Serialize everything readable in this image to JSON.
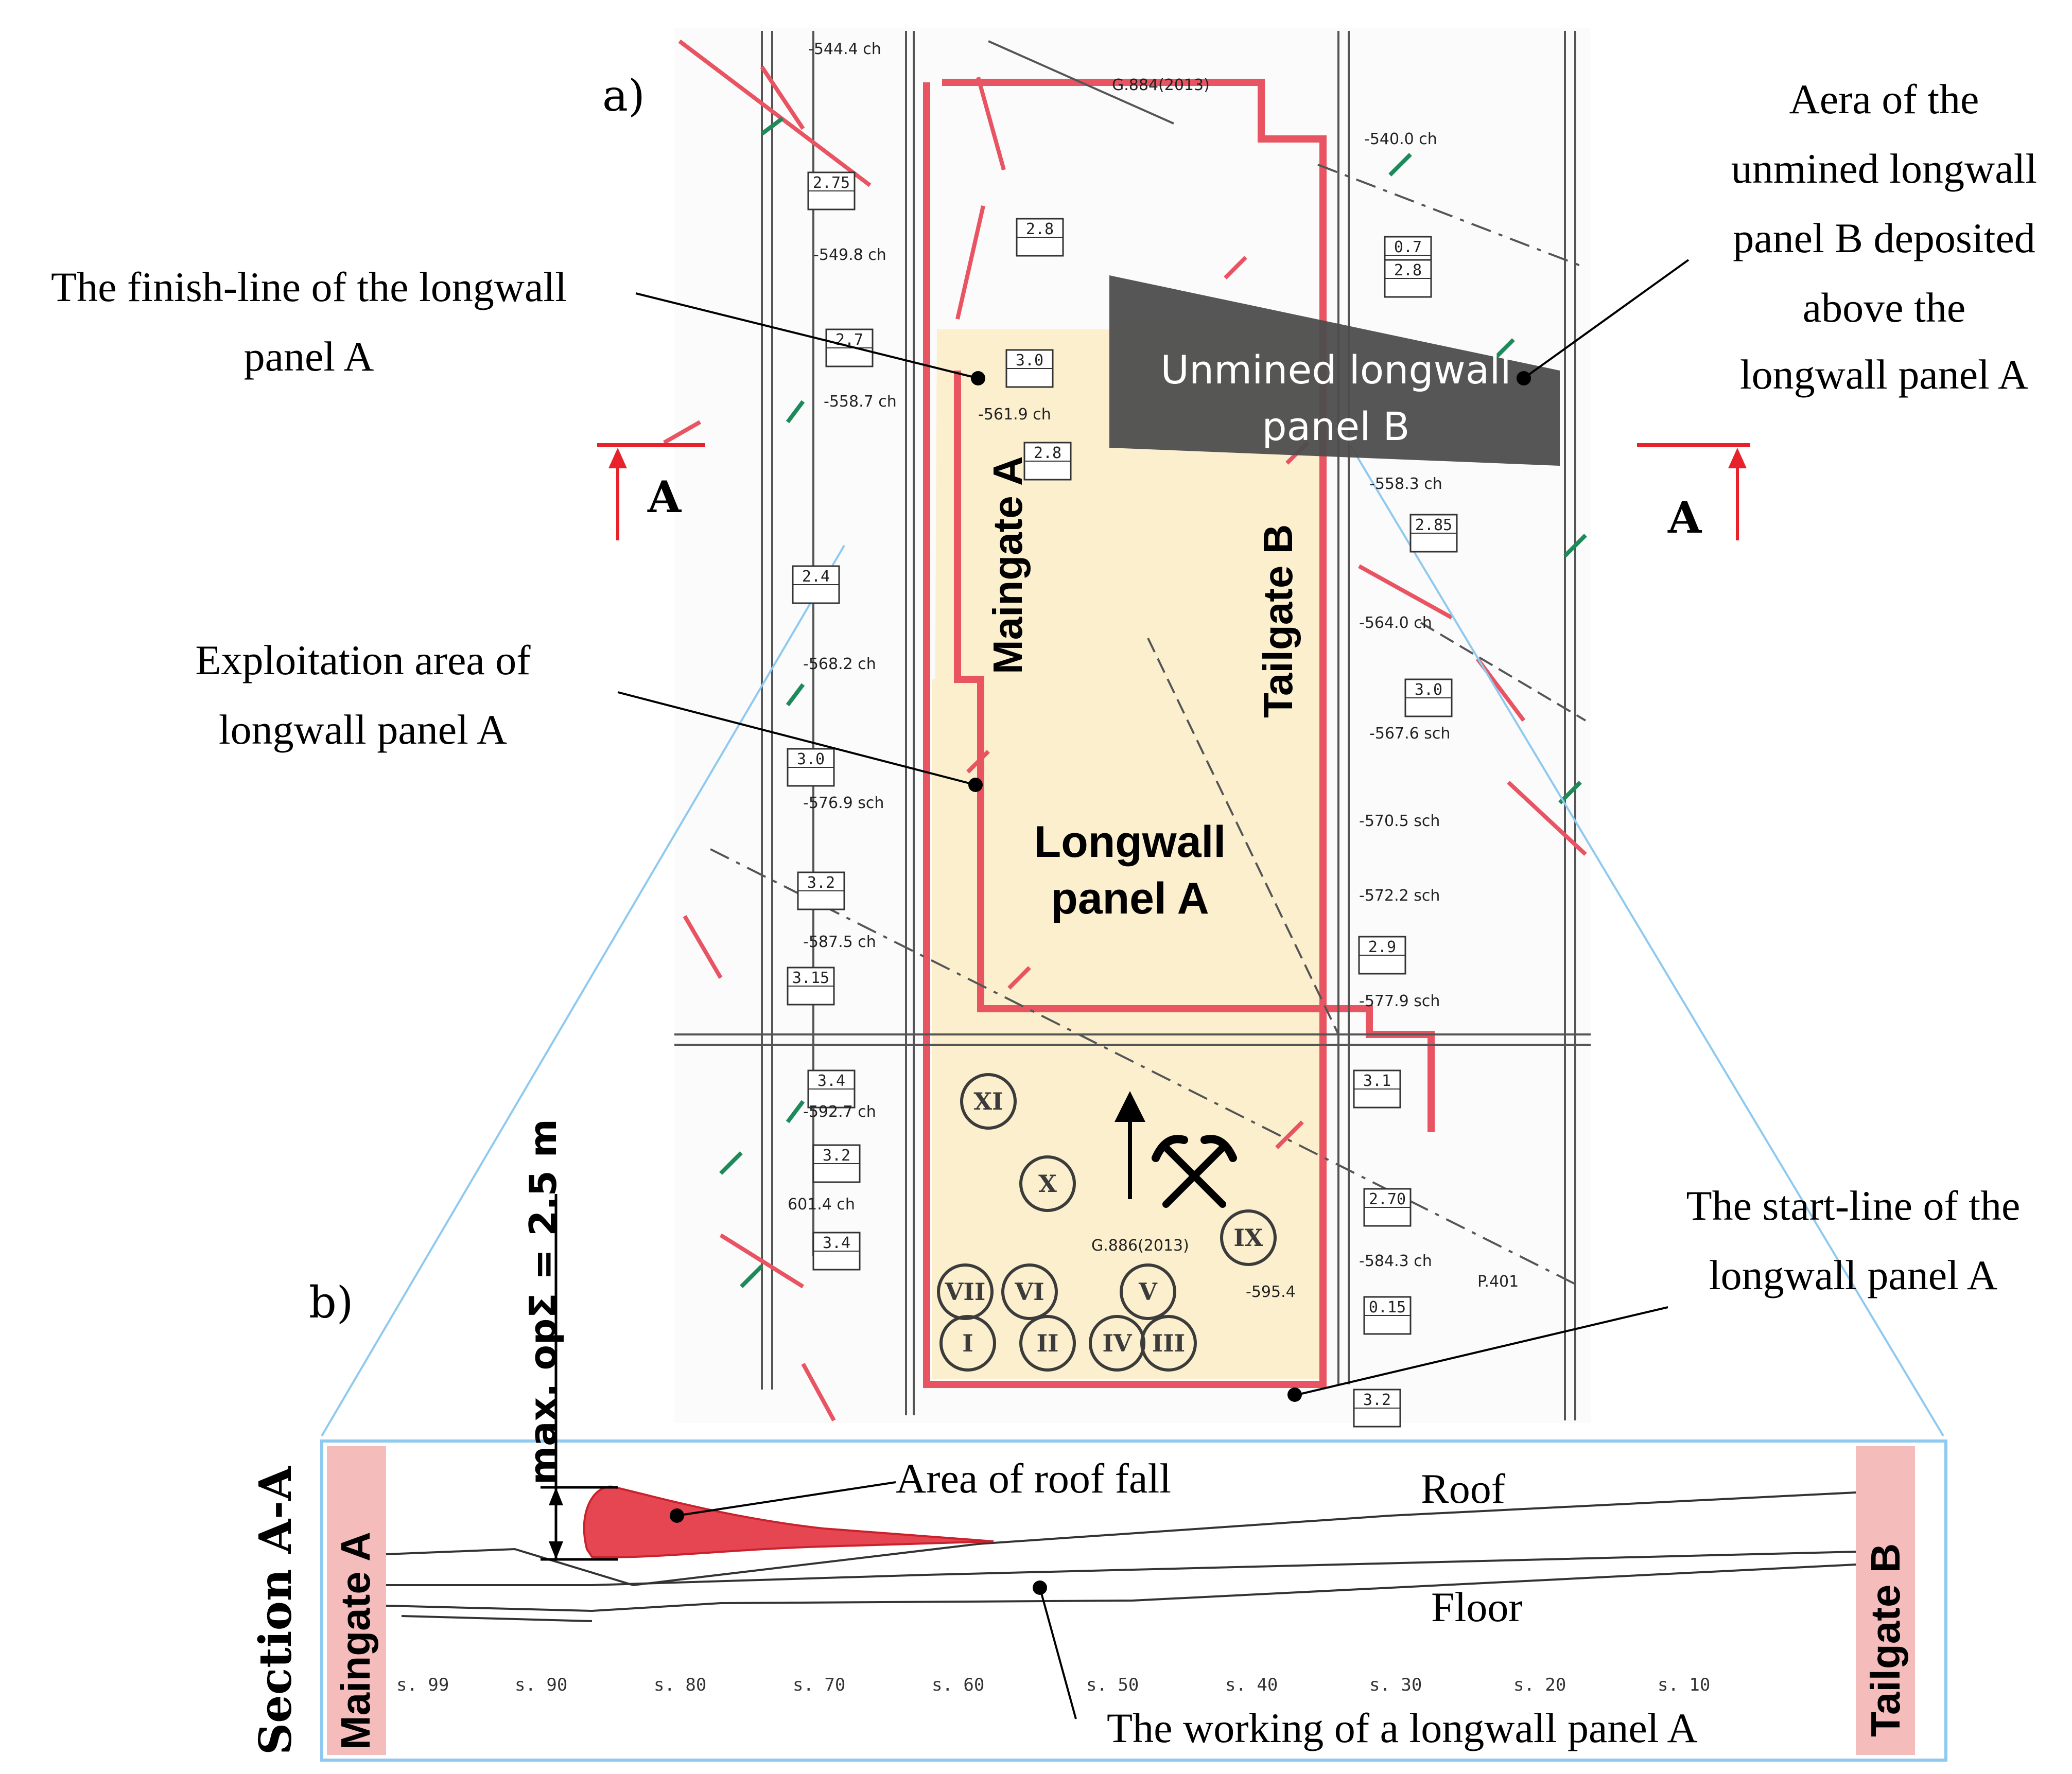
{
  "figure": {
    "part_a_label": "a)",
    "part_b_label": "b)",
    "section_marker_left": "A",
    "section_marker_right": "A"
  },
  "annotations": {
    "finish_line": [
      "The finish-line of the longwall",
      "panel A"
    ],
    "exploitation_area": [
      "Exploitation area of",
      "longwall panel A"
    ],
    "unmined_area": [
      "Aera of the",
      "unmined longwall",
      "panel B deposited",
      "above the",
      "longwall panel A"
    ],
    "start_line": [
      "The start-line of the",
      "longwall panel A"
    ]
  },
  "plan": {
    "maingate": "Maingate A",
    "tailgate": "Tailgate B",
    "longwall_panel": [
      "Longwall",
      "panel A"
    ],
    "unmined_panel": [
      "Unmined longwall",
      "panel B"
    ],
    "survey_labels": {
      "s1": "-544.4 ch",
      "s2": "G.884(2013)",
      "s3": "-540.0 ch",
      "s4": "-549.8 ch",
      "s5": "-558.7 ch",
      "s6": "-561.9 ch",
      "s7": "-558.3 ch",
      "s8": "-564.0 ch",
      "s9": "-568.2 ch",
      "s10": "-567.6 sch",
      "s11": "-576.9 sch",
      "s12": "-570.5 sch",
      "s13": "-572.2 sch",
      "s14": "-587.5 ch",
      "s15": "-577.9 sch",
      "s16": "-592.7 ch",
      "s17": "601.4 ch",
      "s18": "G.886(2013)",
      "s19": "-595.4",
      "s20": "-584.3 ch",
      "s21": "P.401"
    },
    "box_values": [
      "2.75",
      "2.8",
      "2.7",
      "3.0",
      "2.8",
      "2.4",
      "3.0",
      "3.2",
      "3.15",
      "3.4",
      "3.2",
      "3.4",
      "2.9",
      "0.7",
      "2.8",
      "2.85",
      "3.0",
      "2.9",
      "3.1",
      "2.70",
      "0.15",
      "3.2"
    ],
    "station_numerals": [
      "XI",
      "X",
      "IX",
      "VII",
      "VI",
      "V",
      "IV",
      "III",
      "II",
      "I"
    ]
  },
  "section": {
    "title": "Section A-A",
    "maingate": "Maingate A",
    "tailgate": "Tailgate B",
    "max_label": "max. opΣ = 2.5 m",
    "roof_fall": "Area of roof fall",
    "roof": "Roof",
    "floor": "Floor",
    "working": "The working of a longwall panel A",
    "stations": [
      "s. 99",
      "s. 90",
      "s. 80",
      "s. 70",
      "s. 60",
      "s. 50",
      "s. 40",
      "s. 30",
      "s. 20",
      "s. 10"
    ]
  }
}
